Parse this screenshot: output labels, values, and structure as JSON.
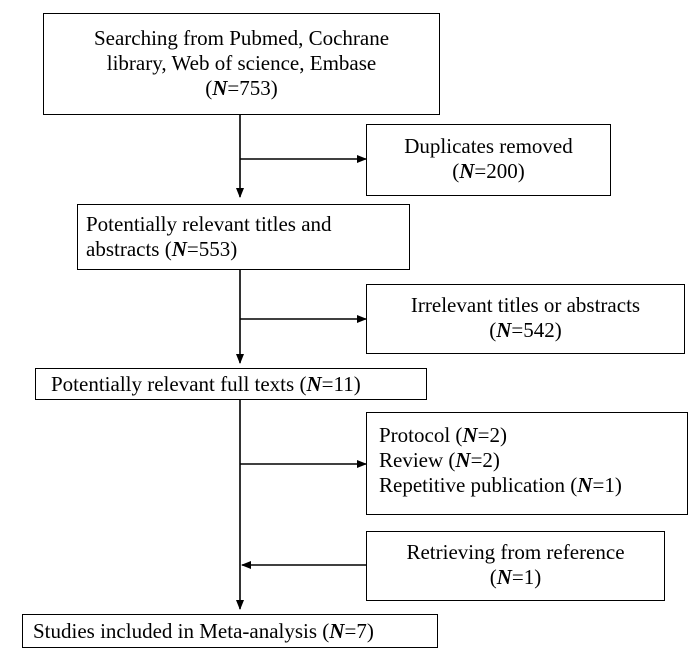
{
  "flowchart": {
    "search": {
      "line1": "Searching from Pubmed, Cochrane",
      "line2": "library, Web of science, Embase",
      "count": "753"
    },
    "duplicates": {
      "label": "Duplicates removed",
      "count": "200"
    },
    "titles": {
      "line1": "Potentially relevant titles and",
      "line2_prefix": "abstracts",
      "count": "553"
    },
    "irrelevant": {
      "label": "Irrelevant titles or abstracts",
      "count": "542"
    },
    "fulltexts": {
      "label": "Potentially relevant full texts",
      "count": "11"
    },
    "excluded": {
      "protocol_label": "Protocol",
      "protocol_count": "2",
      "review_label": "Review",
      "review_count": "2",
      "repetitive_label": "Repetitive publication",
      "repetitive_count": "1"
    },
    "reference": {
      "label": "Retrieving from reference",
      "count": "1"
    },
    "included": {
      "label": "Studies included in Meta-analysis",
      "count": "7"
    },
    "n_symbol": "N"
  }
}
